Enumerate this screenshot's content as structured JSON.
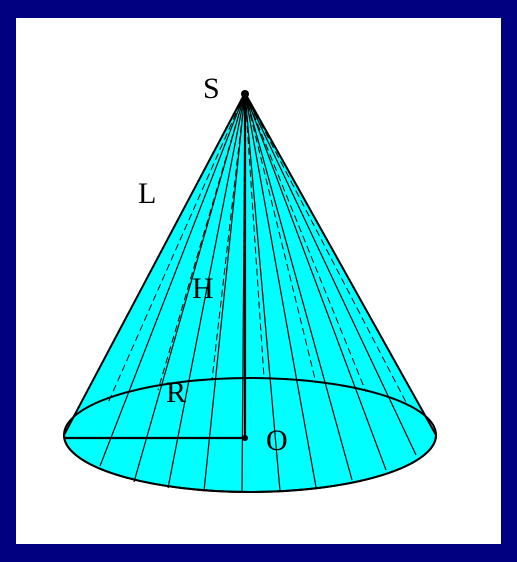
{
  "labels": {
    "apex": "S",
    "slant": "L",
    "height": "H",
    "radius": "R",
    "center": "O"
  },
  "colors": {
    "frame": "#000080",
    "background": "#ffffff",
    "cone_fill": "#00ffff",
    "lines": "#000000"
  }
}
